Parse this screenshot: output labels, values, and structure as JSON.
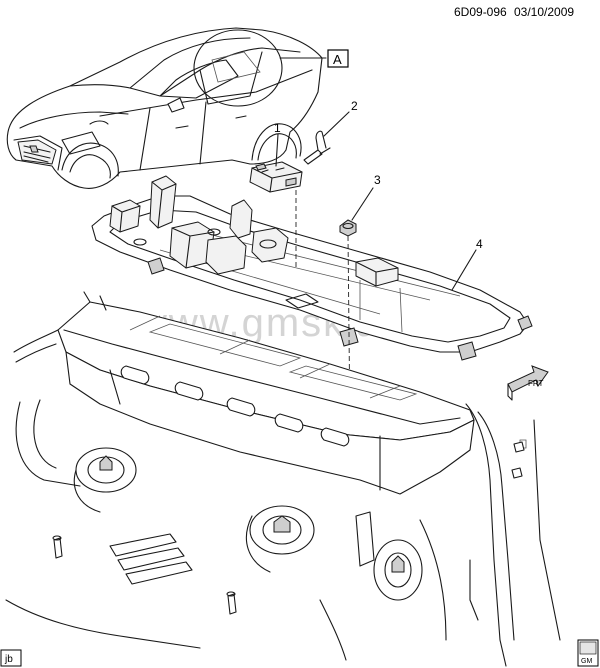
{
  "header": {
    "code": "6D09-096",
    "date": "03/10/2009"
  },
  "watermark": "www.gmsklad.ru",
  "callouts": {
    "item_1": "1",
    "item_2": "2",
    "item_3": "3",
    "item_4": "4",
    "view_a": "A"
  },
  "orientation_arrow": {
    "label": "FRT"
  },
  "footer": {
    "left_tag": "jb",
    "right_badge": "GM"
  }
}
